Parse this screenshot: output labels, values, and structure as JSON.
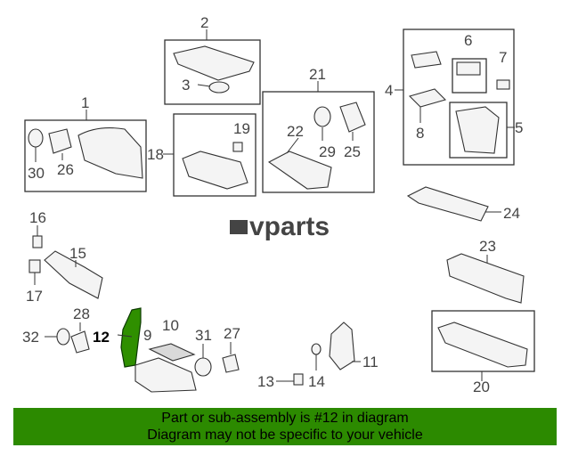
{
  "logo": {
    "text": "vparts"
  },
  "callouts": {
    "n1": "1",
    "n2": "2",
    "n3": "3",
    "n4": "4",
    "n5": "5",
    "n6": "6",
    "n7": "7",
    "n8": "8",
    "n9": "9",
    "n10": "10",
    "n11": "11",
    "n12": "12",
    "n13": "13",
    "n14": "14",
    "n15": "15",
    "n16": "16",
    "n17": "17",
    "n18": "18",
    "n19": "19",
    "n20": "20",
    "n21": "21",
    "n22": "22",
    "n23": "23",
    "n24": "24",
    "n25": "25",
    "n26": "26",
    "n27": "27",
    "n28": "28",
    "n29": "29",
    "n30": "30",
    "n31": "31",
    "n32": "32"
  },
  "highlighted_part": "12",
  "banner": {
    "line1": "Part or sub-assembly is #12 in diagram",
    "line2": "Diagram may not be specific to your vehicle"
  },
  "colors": {
    "highlight": "#2f8f00",
    "banner_bg": "#2c8a00"
  }
}
